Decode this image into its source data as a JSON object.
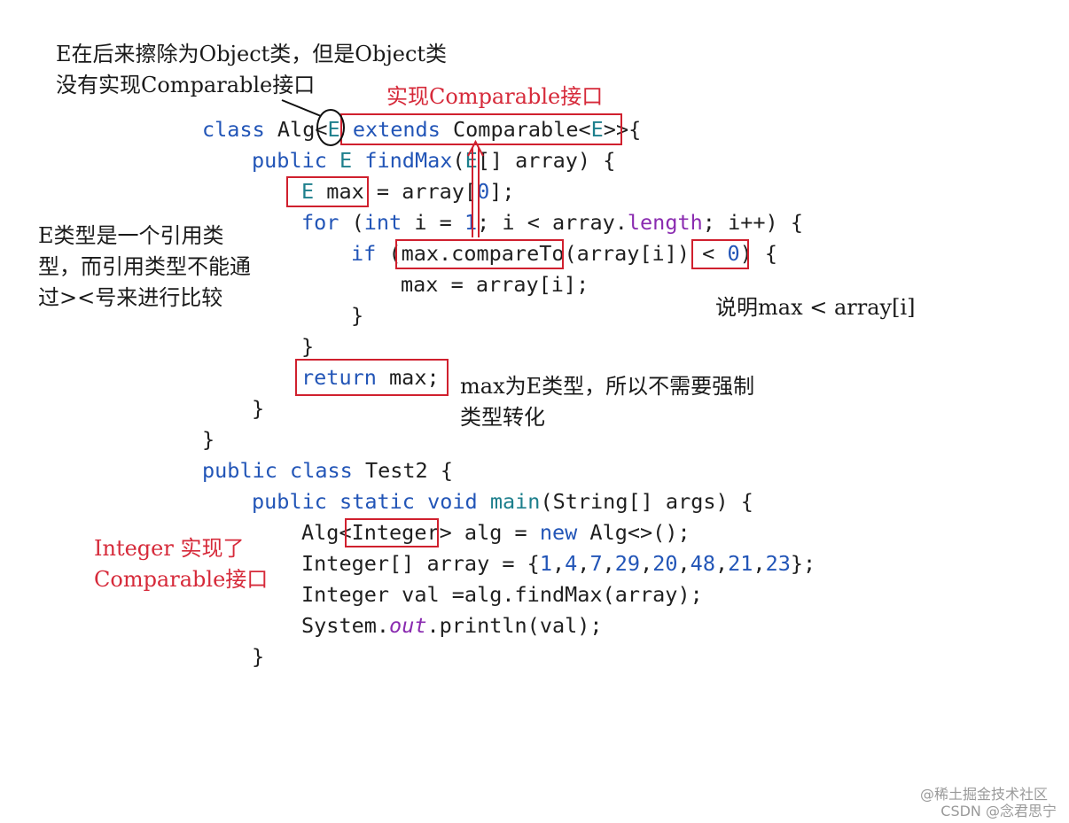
{
  "notes": {
    "erasure_line1": "E在后来擦除为Object类，但是Object类",
    "erasure_line2": "没有实现Comparable接口",
    "implements_comparable": "实现Comparable接口",
    "ref_type_line1": "E类型是一个引用类",
    "ref_type_line2": "型，而引用类型不能通",
    "ref_type_line3": "过><号来进行比较",
    "max_less": "说明max < array[i]",
    "no_cast_line1": "max为E类型，所以不需要强制",
    "no_cast_line2": "类型转化",
    "integer_impl_line1": "Integer 实现了",
    "integer_impl_line2": "Comparable接口"
  },
  "code": {
    "l1": {
      "a": "class",
      "b": " Alg<",
      "c": "E",
      "d": " ",
      "e": "extends",
      "f": " Comparable<",
      "g": "E",
      "h": ">>{"
    },
    "l2": {
      "a": "public",
      "b": " ",
      "c": "E",
      "d": " ",
      "e": "findMax",
      "f": "(",
      "g": "E",
      "h": "[] array) {"
    },
    "l3": {
      "a": "E",
      "b": " max = array[",
      "c": "0",
      "d": "];"
    },
    "l4": {
      "a": "for",
      "b": " (",
      "c": "int",
      "d": " i = ",
      "e": "1",
      "f": "; i < array.",
      "g": "length",
      "h": "; i++) {"
    },
    "l5": {
      "a": "if",
      "b": " (max.compareTo(array[i]) < ",
      "c": "0",
      "d": ") {"
    },
    "l6": "max = array[i];",
    "l7": "}",
    "l8": "}",
    "l9": {
      "a": "return",
      "b": " max;"
    },
    "l10": "}",
    "l11": "}",
    "l12": {
      "a": "public",
      "b": " ",
      "c": "class",
      "d": " Test2 {"
    },
    "l13": {
      "a": "public",
      "b": " ",
      "c": "static",
      "d": " ",
      "e": "void",
      "f": " ",
      "g": "main",
      "h": "(String[] args) {"
    },
    "l14": {
      "a": "Alg<Integer> alg = ",
      "b": "new",
      "c": " Alg<>();"
    },
    "l15": {
      "a": "Integer[] array = {",
      "b": "1",
      "c": ",",
      "d": "4",
      "e": ",",
      "f": "7",
      "g": ",",
      "h": "29",
      "i": ",",
      "j": "20",
      "k": ",",
      "l": "48",
      "m": ",",
      "n": "21",
      "o": ",",
      "p": "23",
      "q": "};"
    },
    "l16": "Integer val =alg.findMax(array);",
    "l17": {
      "a": "System.",
      "b": "out",
      "c": ".println(val);"
    },
    "l18": "}"
  },
  "watermark": {
    "line1": "@稀土掘金技术社区",
    "line2": "CSDN @念君思宁"
  },
  "colors": {
    "keyword": "#2255b7",
    "type_param": "#1d7f8c",
    "field": "#8a2bb0",
    "annotation_red": "#d62a3a",
    "box_red": "#d0202e"
  }
}
